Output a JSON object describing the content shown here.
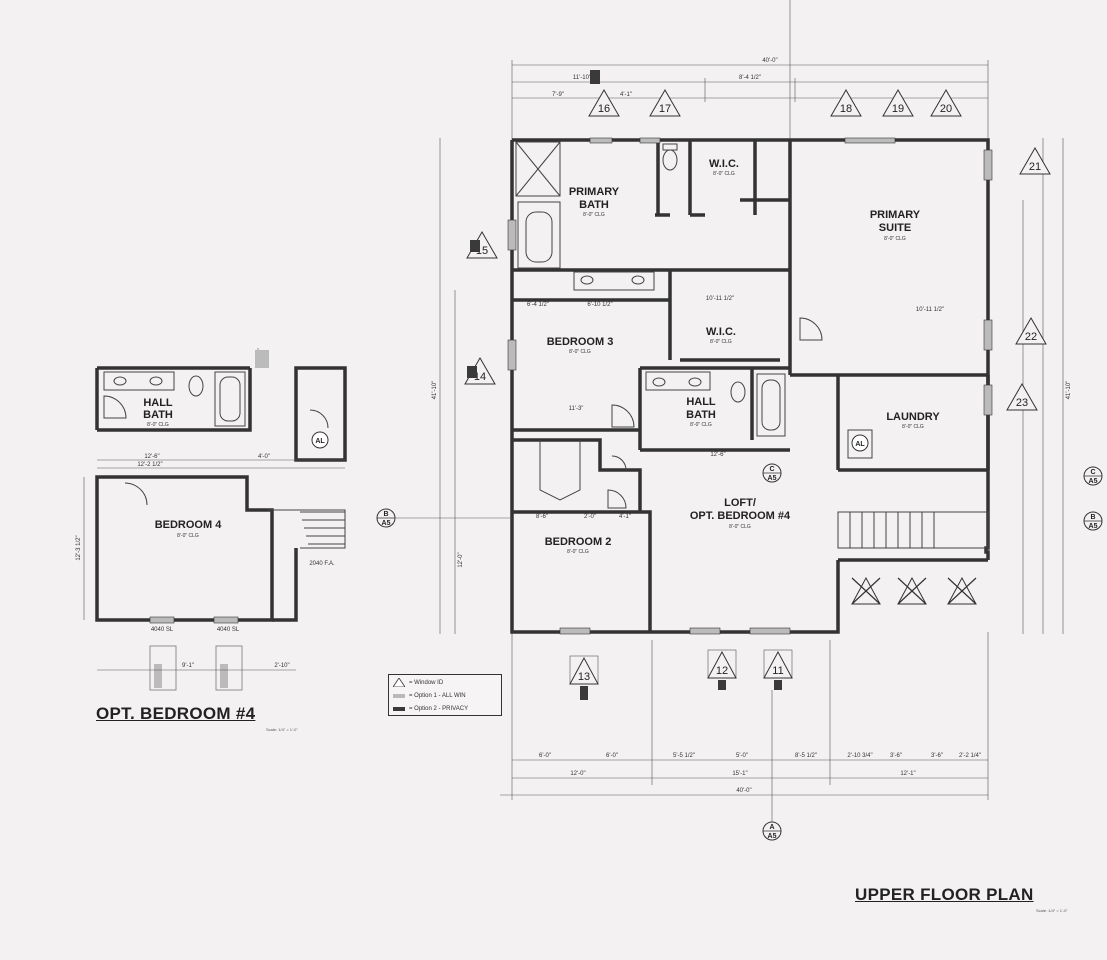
{
  "titles": {
    "upper_floor_plan": "UPPER FLOOR PLAN",
    "opt_bedroom_4": "OPT. BEDROOM #4"
  },
  "rooms": {
    "primary_bath": [
      "PRIMARY",
      "BATH"
    ],
    "primary_bath_sub": "8'-0\" CLG",
    "primary_suite": [
      "PRIMARY",
      "SUITE"
    ],
    "primary_suite_sub": "8'-0\" CLG",
    "wic_top": "W.I.C.",
    "wic_top_sub": "8'-0\" CLG",
    "wic_mid": "W.I.C.",
    "wic_mid_sub": "8'-0\" CLG",
    "bedroom_3": "BEDROOM 3",
    "bedroom_3_sub": "8'-0\" CLG",
    "hall_bath": [
      "HALL",
      "BATH"
    ],
    "hall_bath_sub": "8'-0\" CLG",
    "laundry": "LAUNDRY",
    "laundry_sub": "8'-0\" CLG",
    "loft": [
      "LOFT/",
      "OPT. BEDROOM #4"
    ],
    "loft_sub": "8'-0\" CLG",
    "bedroom_2": "BEDROOM 2",
    "bedroom_2_sub": "8'-0\" CLG",
    "opt_hall_bath": [
      "HALL",
      "BATH"
    ],
    "opt_hall_bath_sub": "8'-0\" CLG",
    "bedroom_4": "BEDROOM 4",
    "bedroom_4_sub": "8'-0\" CLG"
  },
  "appliance": "AL",
  "window_tags": [
    "11",
    "12",
    "13",
    "14",
    "15",
    "16",
    "17",
    "18",
    "19",
    "20",
    "21",
    "22",
    "23"
  ],
  "section_markers": {
    "b_left": [
      "B",
      "A5"
    ],
    "b_right": [
      "B",
      "A5"
    ],
    "c_mid": [
      "C",
      "A5"
    ],
    "c_right": [
      "C",
      "A5"
    ],
    "a_bottom": [
      "A",
      "A5"
    ]
  },
  "dimensions": {
    "top_overall": "40'-0\"",
    "top_row": [
      "11'-10\"",
      "8'-4 1/2\""
    ],
    "top_row2": [
      "7'-9\"",
      "4'-1\""
    ],
    "bottom_row1": [
      "6'-0\"",
      "6'-0\"",
      "5'-5 1/2\"",
      "5'-0\"",
      "8'-5 1/2\"",
      "2'-10 3/4\"",
      "3'-6\"",
      "3'-6\"",
      "2'-2 1/4\""
    ],
    "bottom_row2": [
      "12'-0\"",
      "15'-1\"",
      "12'-1\""
    ],
    "bottom_overall": "40'-0\"",
    "left_overall": "41'-10\"",
    "right_overall": "41'-10\"",
    "interior": [
      "6'-4 1/2\"",
      "6'-10 1/2\"",
      "10'-11 1/2\"",
      "11'-3\"",
      "10'-11 1/2\"",
      "12'-6\"",
      "12'-0\"",
      "8'-6\"",
      "2'-0\"",
      "4'-1\""
    ],
    "opt_top": [
      "12'-6\"",
      "12'-2 1/2\"",
      "4'-0\""
    ],
    "opt_side": [
      "12'-3 1/2\""
    ],
    "opt_bottom": [
      "9'-1\"",
      "2'-10\""
    ],
    "opt_window_labels": [
      "4040 SL",
      "4040 SL",
      "2040 F.A."
    ]
  },
  "legend": {
    "items": [
      "= Window ID",
      "= Option 1 - ALL WIN",
      "= Option 2 - PRIVACY"
    ],
    "colors": [
      "#ffffff",
      "#b9b9b9",
      "#3a3a3a"
    ]
  },
  "scale_note": "Scale: 1/4\" = 1'-0\""
}
